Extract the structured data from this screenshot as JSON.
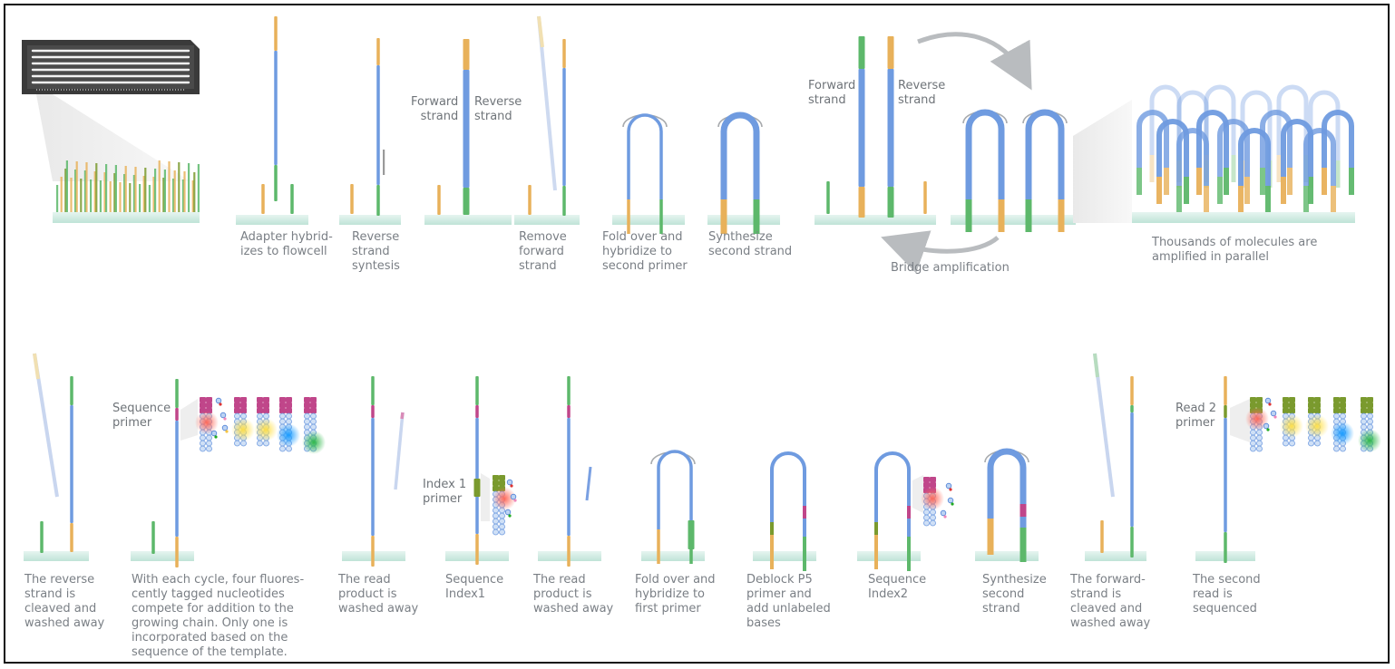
{
  "diagram": {
    "top_row": {
      "steps": [
        {
          "id": "adapter",
          "caption": "Adapter hybrid-\nizes to flowcell"
        },
        {
          "id": "reverse_synth",
          "caption": "Reverse\nstrand\nsyntesis"
        },
        {
          "id": "remove_forward",
          "caption": "Remove\nforward\nstrand"
        },
        {
          "id": "fold_over",
          "caption": "Fold over and\nhybridize to\nsecond primer"
        },
        {
          "id": "synth_second",
          "caption": "Synthesize\nsecond strand"
        }
      ],
      "labels": {
        "forward_strand_1": "Forward\nstrand",
        "reverse_strand_1": "Reverse\nstrand",
        "forward_strand_2": "Forward\nstrand",
        "reverse_strand_2": "Reverse\nstrand"
      },
      "bridge_caption": "Bridge amplification",
      "parallel_caption": "Thousands of molecules are\namplified in parallel"
    },
    "bottom_row": {
      "steps": [
        {
          "id": "reverse_cleaved",
          "caption": "The reverse\nstrand is\ncleaved and\nwashed away"
        },
        {
          "id": "cycle",
          "caption": "With each cycle, four fluores-\ncently tagged nucleotides\ncompete for addition to the\ngrowing chain. Only one is\nincorporated based on the\nsequence of the template."
        },
        {
          "id": "read_washed_1",
          "caption": "The read\nproduct is\nwashed away"
        },
        {
          "id": "seq_index1",
          "caption": "Sequence\nIndex1"
        },
        {
          "id": "read_washed_2",
          "caption": "The read\nproduct is\nwashed away"
        },
        {
          "id": "fold_first",
          "caption": "Fold over and\nhybridize to\nfirst primer"
        },
        {
          "id": "deblock",
          "caption": "Deblock P5\nprimer and\nadd unlabeled\nbases"
        },
        {
          "id": "seq_index2",
          "caption": "Sequence\nIndex2"
        },
        {
          "id": "synth_second_b",
          "caption": "Synthesize\nsecond\nstrand"
        },
        {
          "id": "forward_cleaved",
          "caption": "The forward-\nstrand is\ncleaved and\nwashed away"
        },
        {
          "id": "second_read",
          "caption": "The second\nread is\nsequenced"
        }
      ],
      "labels": {
        "sequence_primer": "Sequence\nprimer",
        "index1_primer": "Index 1\nprimer",
        "read2_primer": "Read 2\nprimer"
      }
    },
    "colors": {
      "blue": "#6f9be0",
      "orange": "#e8b15a",
      "green": "#5db86b",
      "magenta": "#c0468a",
      "olive": "#7a9a2e",
      "base": "#cfeae2",
      "arrow": "#b9bcbf",
      "text": "#7a7f85"
    }
  }
}
